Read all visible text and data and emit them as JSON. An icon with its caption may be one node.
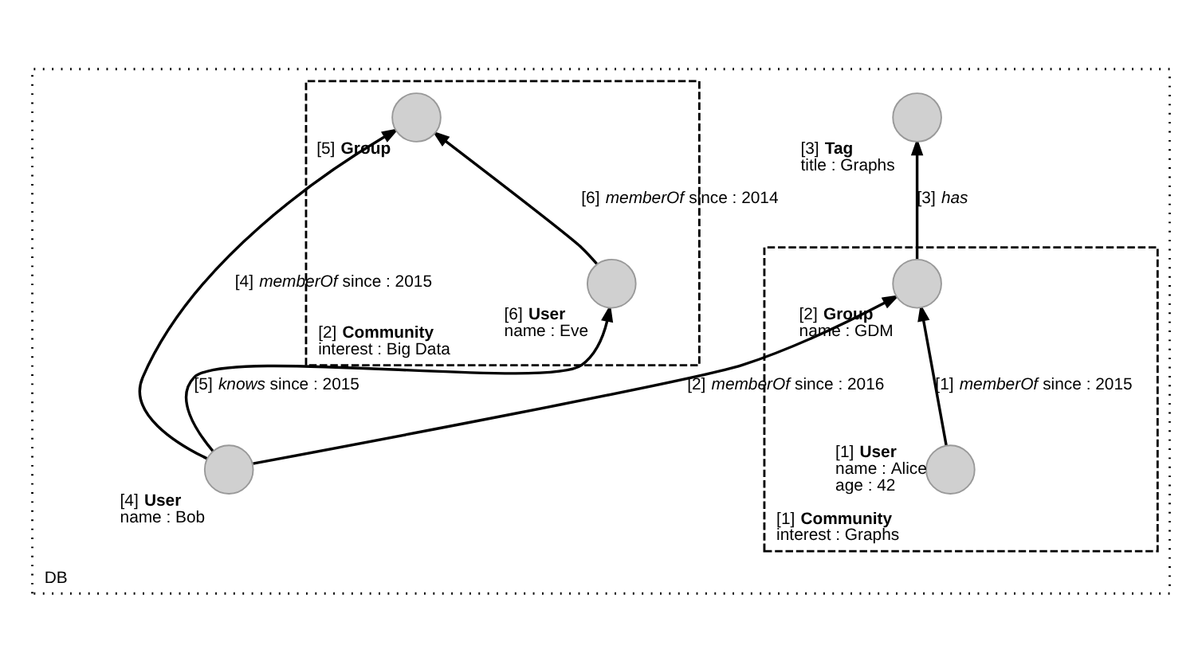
{
  "diagram": {
    "nodes": [
      {
        "text": [
          "DB"
        ]
      },
      {
        "text": [
          "[1] **Community**",
          "interest : Graphs"
        ],
        "in": 0
      },
      {
        "text": [
          "[2] **Community**",
          "interest : Big Data"
        ],
        "in": 0
      },
      {
        "text": [],
        "shape": "circle",
        "beside": [
          "[1] **User**",
          "name : Alice",
          "age : 42"
        ],
        "in": 1
      },
      {
        "text": [],
        "shape": "circle",
        "beside": [
          "[2] **Group**",
          "name : GDM"
        ],
        "in": 1
      },
      {
        "text": [],
        "shape": "circle",
        "beside": [
          "[3] **Tag**",
          "title : Graphs"
        ],
        "in": 0
      },
      {
        "text": [],
        "shape": "circle",
        "beside": [
          "[4] **User**",
          "name : Bob"
        ],
        "in": 0
      },
      {
        "text": [],
        "shape": "circle",
        "beside": [
          "[5] **Group**"
        ],
        "in": 2
      },
      {
        "text": [],
        "shape": "circle",
        "beside": [
          "[6] **User**",
          "name : Eve"
        ],
        "in": 2
      }
    ],
    "edges": [
      {
        "from": 3,
        "to": 4,
        "arrow": "to",
        "label": "[1] *memberOf* since : 2015"
      },
      {
        "from": 6,
        "to": 4,
        "arrow": "to",
        "label": "[2] *memberOf* since : 2016"
      },
      {
        "from": 4,
        "to": 5,
        "arrow": "to",
        "label": "[3] *has*"
      },
      {
        "from": 6,
        "to": 7,
        "arrow": "to",
        "label": "[4] *memberOf* since : 2015"
      },
      {
        "from": 6,
        "to": 8,
        "arrow": "to",
        "label": "[5] *knows* since : 2015"
      },
      {
        "from": 8,
        "to": 7,
        "arrow": "to",
        "label": "[6] *memberOf* since : 2014"
      }
    ]
  }
}
